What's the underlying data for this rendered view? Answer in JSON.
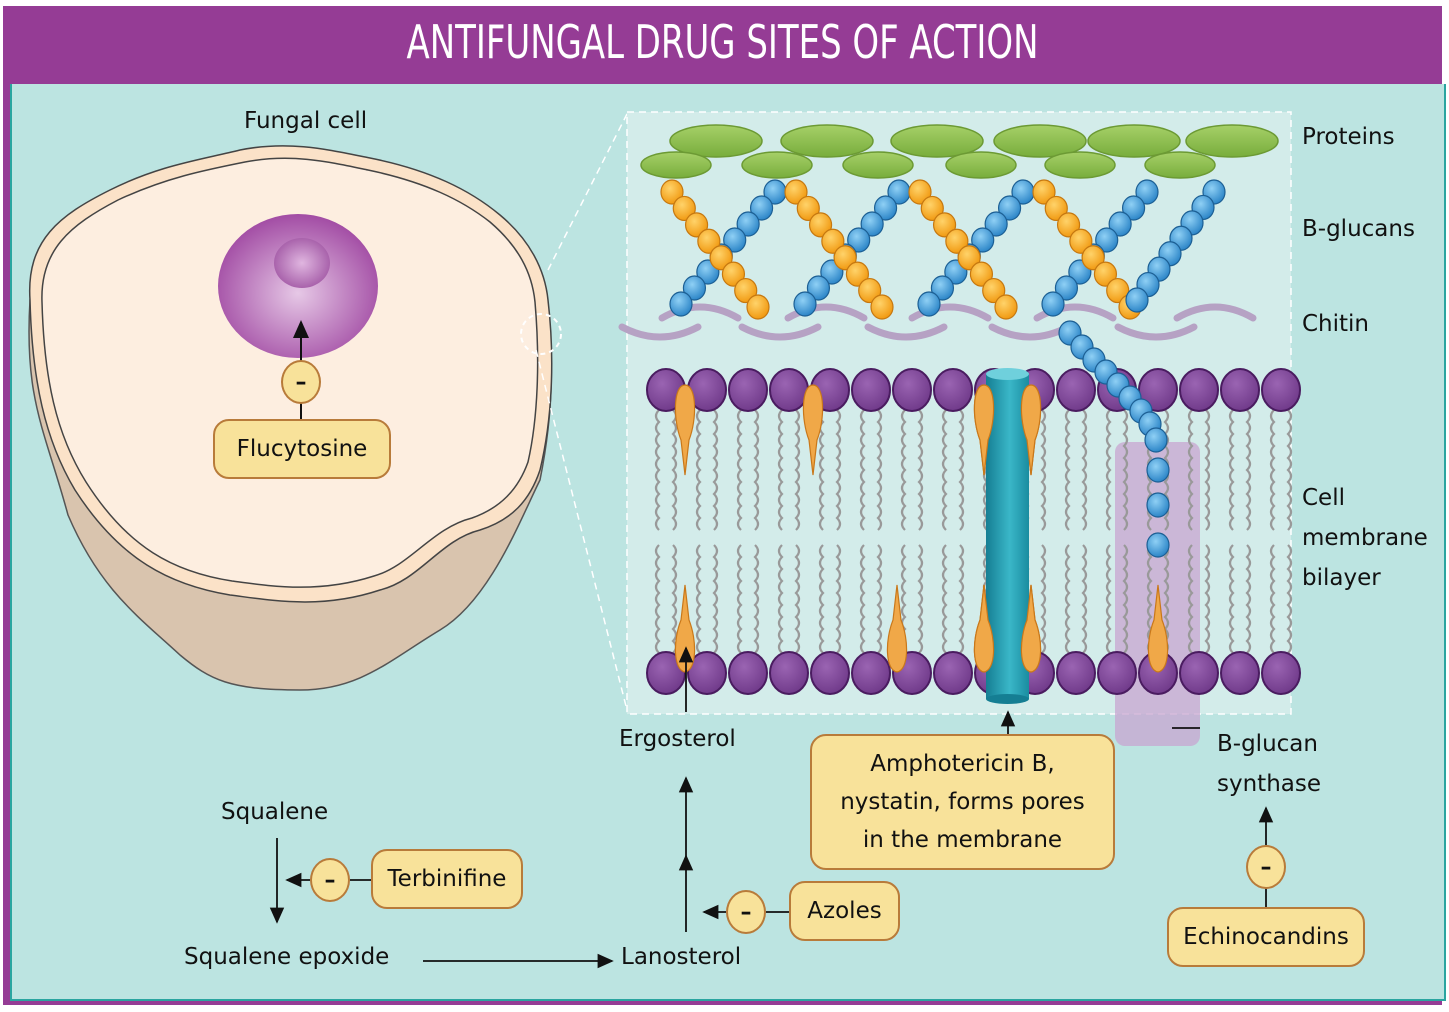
{
  "title": "ANTIFUNGAL DRUG SITES OF ACTION",
  "colors": {
    "frame": "#953c95",
    "panel": "#bce4e1",
    "drug_box": "#f8e29a",
    "drug_box_border": "#b87b3a",
    "cell_interior": "#fdeee0",
    "cell_side": "#d9c4ae",
    "nucleus": "#a855a8",
    "protein": "#8cbf4a",
    "beta_glucan": "#3c94d3",
    "chitin_orange": "#f5a623",
    "chitin_arc": "#b6a2c4",
    "phospholipid_head": "#7a3f93",
    "ergosterol": "#f0a848",
    "pore": "#1e9bb0",
    "synthase_region": "#c8a6d0"
  },
  "cell": {
    "label": "Fungal cell",
    "flucytosine": {
      "inhibit_symbol": "–",
      "drug": "Flucytosine"
    }
  },
  "wall_labels": {
    "proteins": "Proteins",
    "b_glucans": "B-glucans",
    "chitin": "Chitin",
    "membrane_line1": "Cell",
    "membrane_line2": "membrane",
    "membrane_line3": "bilayer"
  },
  "pathway": {
    "squalene": "Squalene",
    "squalene_epoxide": "Squalene epoxide",
    "lanosterol": "Lanosterol",
    "ergosterol": "Ergosterol",
    "terbinafine": {
      "inhibit_symbol": "–",
      "drug": "Terbinifine"
    },
    "azoles": {
      "inhibit_symbol": "–",
      "drug": "Azoles"
    }
  },
  "amphotericin": {
    "line1": "Amphotericin B,",
    "line2": "nystatin, forms pores",
    "line3": "in the membrane"
  },
  "synthase": {
    "line1": "B-glucan",
    "line2": "synthase",
    "echinocandins": {
      "inhibit_symbol": "–",
      "drug": "Echinocandins"
    }
  }
}
